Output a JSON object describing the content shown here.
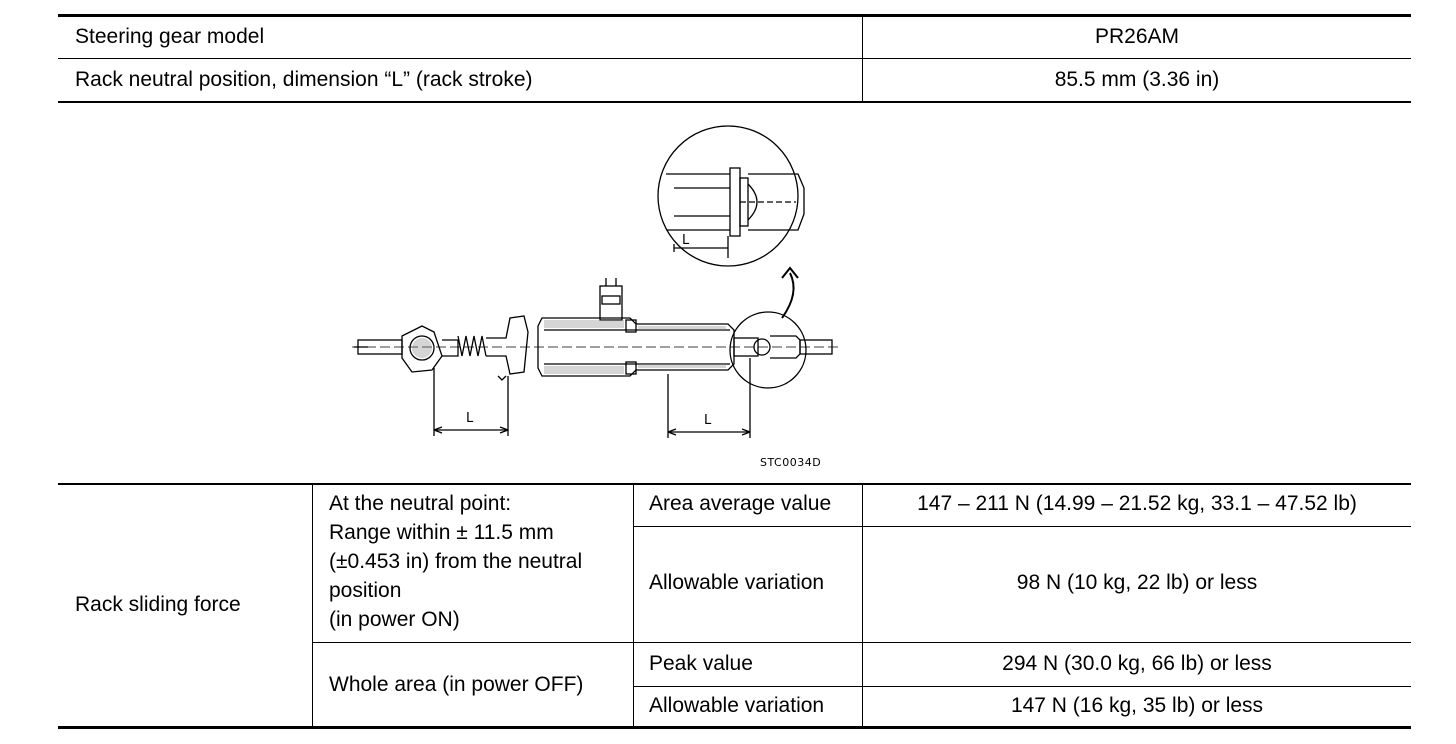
{
  "spec_table": {
    "rows": [
      {
        "label": "Steering gear model",
        "value": "PR26AM"
      },
      {
        "label": "Rack neutral position, dimension “L” (rack stroke)",
        "value": "85.5 mm (3.36 in)"
      }
    ]
  },
  "figure": {
    "code": "STC0034D",
    "dimension_label": "L"
  },
  "force_table": {
    "label": "Rack sliding force",
    "groups": [
      {
        "condition_lines": [
          "At the neutral point:",
          "Range within ± 11.5 mm",
          "(±0.453 in) from the neutral",
          "position",
          "(in power ON)"
        ],
        "items": [
          {
            "name": "Area average value",
            "value": "147 – 211 N (14.99 – 21.52 kg, 33.1 – 47.52 lb)"
          },
          {
            "name": "Allowable variation",
            "value": "98 N (10 kg, 22 lb) or less"
          }
        ]
      },
      {
        "condition_lines": [
          "Whole area (in power OFF)"
        ],
        "items": [
          {
            "name": "Peak value",
            "value": "294 N (30.0 kg, 66 lb) or less"
          },
          {
            "name": "Allowable variation",
            "value": "147 N (16 kg, 35 lb) or less"
          }
        ]
      }
    ]
  }
}
